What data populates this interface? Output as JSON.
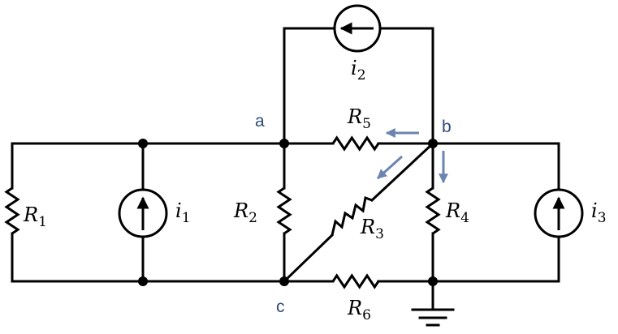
{
  "nodes": {
    "a": "a",
    "b": "b",
    "c": "c"
  },
  "resistors": {
    "r1": {
      "symbol": "R",
      "sub": "1"
    },
    "r2": {
      "symbol": "R",
      "sub": "2"
    },
    "r3": {
      "symbol": "R",
      "sub": "3"
    },
    "r4": {
      "symbol": "R",
      "sub": "4"
    },
    "r5": {
      "symbol": "R",
      "sub": "5"
    },
    "r6": {
      "symbol": "R",
      "sub": "6"
    }
  },
  "sources": {
    "i1": {
      "symbol": "i",
      "sub": "1"
    },
    "i2": {
      "symbol": "i",
      "sub": "2"
    },
    "i3": {
      "symbol": "i",
      "sub": "3"
    }
  },
  "colors": {
    "wire": "#000000",
    "node_label": "#2e4a78",
    "current_arrow": "#6b84b0"
  }
}
